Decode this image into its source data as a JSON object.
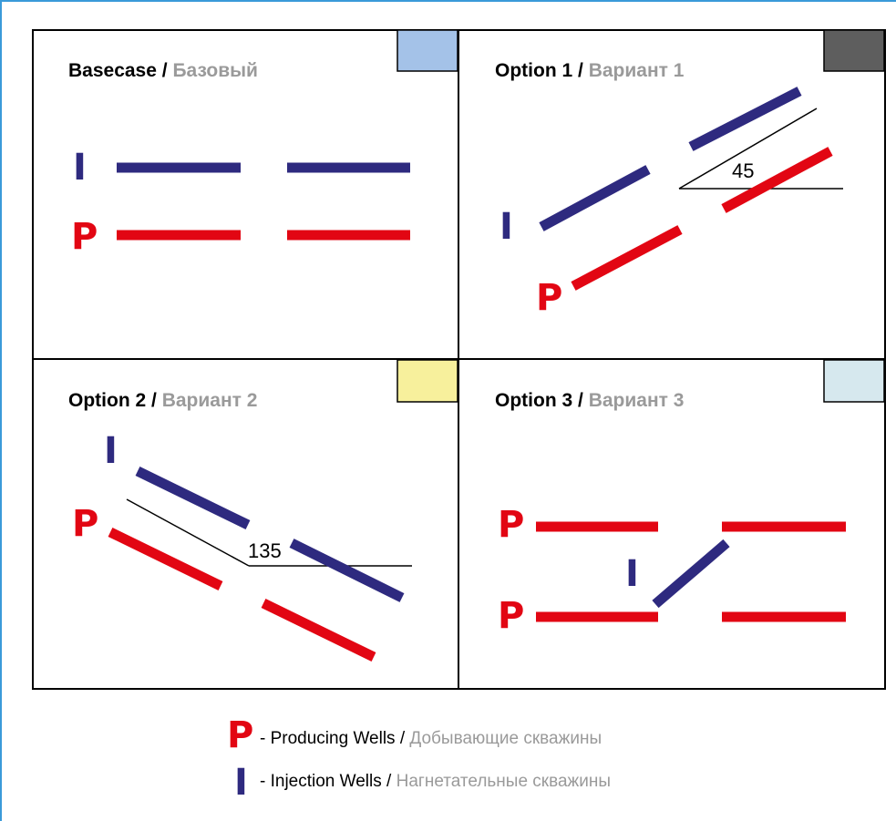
{
  "panels": [
    {
      "title_en": "Basecase",
      "title_sep": " / ",
      "title_ru": "Базовый",
      "swatch_color": "#a4c2e8"
    },
    {
      "title_en": "Option 1",
      "title_sep": " / ",
      "title_ru": "Вариант 1",
      "swatch_color": "#5e5e5e",
      "angle_label": "45"
    },
    {
      "title_en": "Option 2",
      "title_sep": " / ",
      "title_ru": "Вариант 2",
      "swatch_color": "#f7f09c",
      "angle_label": "135"
    },
    {
      "title_en": "Option 3",
      "title_sep": " / ",
      "title_ru": "Вариант 3",
      "swatch_color": "#d6e8ee"
    }
  ],
  "well_markers": {
    "producer": "P",
    "injector": "I"
  },
  "colors": {
    "producer": "#e20613",
    "injector": "#2e2a7f",
    "ru_text": "#9a9a9a"
  },
  "legend": {
    "producing": {
      "symbol": "P",
      "text_en": " - Producing Wells",
      "sep": " / ",
      "text_ru": "Добывающие скважины"
    },
    "injection": {
      "symbol": "I",
      "text_en": " - Injection Wells",
      "sep": " / ",
      "text_ru": "Нагнетательные скважины"
    }
  }
}
